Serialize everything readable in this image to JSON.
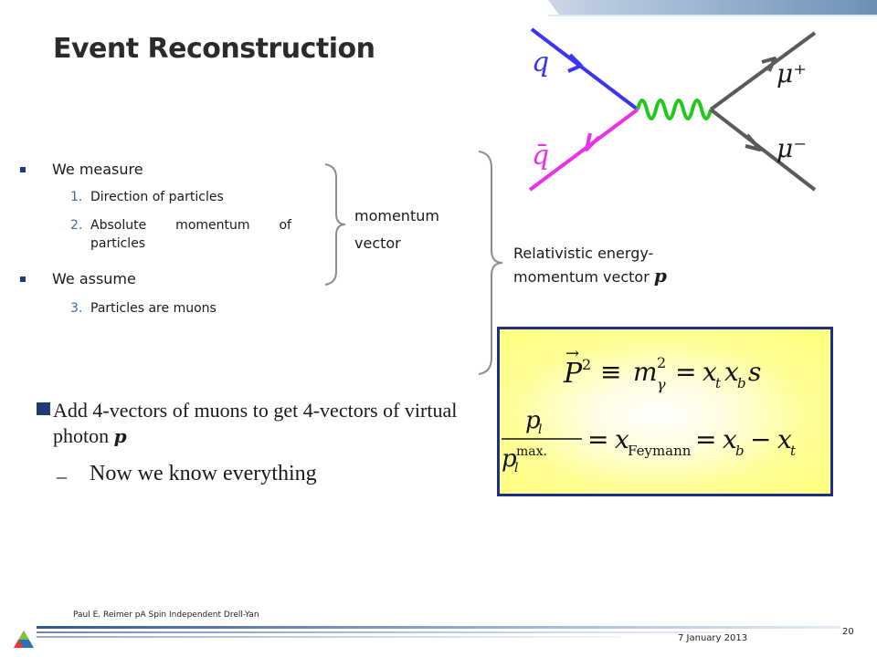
{
  "slide": {
    "title": "Event Reconstruction",
    "measure_label": "We measure",
    "measure_items": [
      {
        "num": "1.",
        "text": "Direction of particles"
      },
      {
        "num": "2.",
        "text": "Absolute momentum of particles"
      }
    ],
    "assume_label": "We assume",
    "assume_items": [
      {
        "num": "3.",
        "text": "Particles are muons"
      }
    ],
    "momentum_vector_label": "momentum vector",
    "relativistic_label": "Relativistic energy-momentum vector",
    "rho_symbol": "p",
    "main_bullet": "Add 4-vectors of muons to get 4-vectors of virtual photon",
    "sub_bullet_dash": "–",
    "sub_bullet": "Now we know everything"
  },
  "diagram": {
    "q_label": "q",
    "qbar_label": "q̄",
    "mu_plus_label": "μ⁺",
    "mu_minus_label": "μ⁻",
    "colors": {
      "quark": "#3a35f2",
      "antiquark": "#ee2fe8",
      "photon": "#22c81c",
      "muon": "#5a5a5a",
      "label_quark": "#3a35f2",
      "label_antiquark": "#ee2fe8"
    }
  },
  "equations": {
    "eq1": "P⃗² ≡ m²γ = xt xb s",
    "eq2": "pl / plmax. = xFeymann = xb − xt"
  },
  "footer": {
    "author": "Paul E. Reimer pA Spin Independent Drell-Yan",
    "date": "7 January 2013",
    "page": "20"
  },
  "theme": {
    "accent": "#1f3b73",
    "box_border": "#1d2f8a",
    "box_fill": "#ffff8c"
  }
}
